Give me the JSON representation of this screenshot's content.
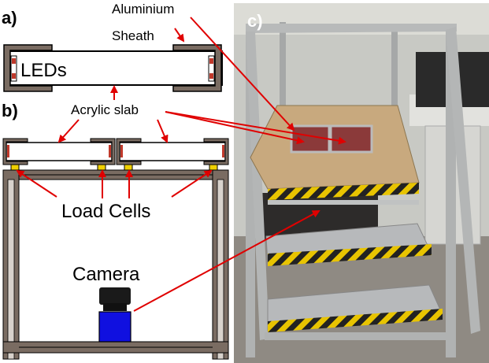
{
  "panels": {
    "a": {
      "label": "a)",
      "leds": "LEDs",
      "sheath": "Sheath",
      "aluminium": "Aluminium"
    },
    "b": {
      "label": "b)",
      "acrylic": "Acrylic slab",
      "load_cells": "Load Cells",
      "camera": "Camera"
    },
    "c": {
      "label": "c)"
    }
  },
  "colors": {
    "sheath": "#7a6c62",
    "sheath_inner": "#d8d2cc",
    "led": "#c0392b",
    "load_cell": "#f0d000",
    "camera_body": "#1a1a1a",
    "camera_lens": "#1010e0",
    "arrow": "#e00000",
    "floor": "#c8a97e",
    "hazard_yellow": "#e8c400"
  }
}
